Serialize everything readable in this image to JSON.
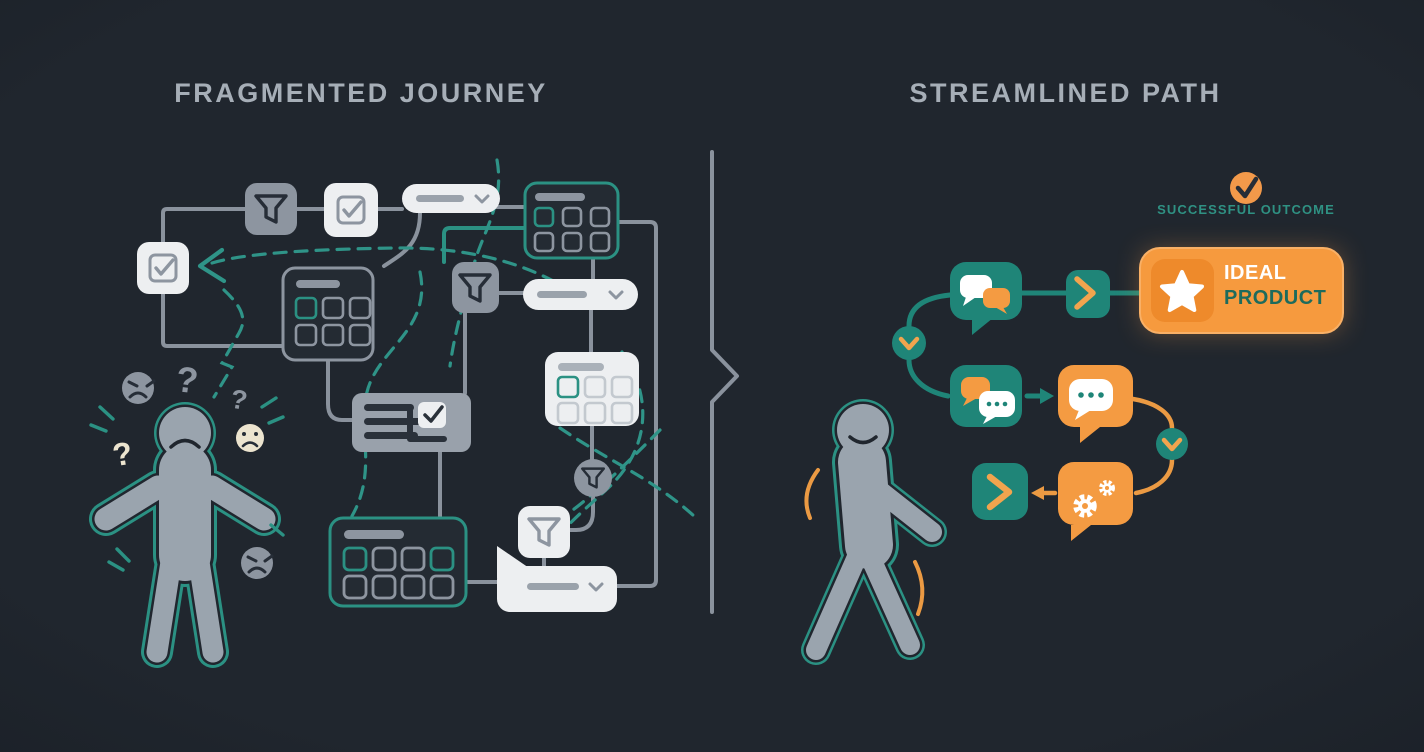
{
  "canvas": {
    "bg": "#20262e"
  },
  "left_panel": {
    "title": "FRAGMENTED JOURNEY",
    "question_mark_glyph": "?",
    "person": {
      "mood": "confused-shrug"
    },
    "frustration_symbols": [
      "angry-face",
      "question-mark",
      "question-mark",
      "sad-face",
      "question-mark",
      "angry-face"
    ],
    "ui_elements": [
      "filter-square",
      "checkbox-square",
      "dropdown-pill",
      "teal-grid-panel",
      "checkbox-square",
      "gray-grid-panel",
      "filter-square",
      "dropdown-pill",
      "white-grid-panel",
      "list-check-panel",
      "calendar-grid-panel",
      "filter-circle",
      "filter-square",
      "speech-dropdown"
    ]
  },
  "divider": {
    "style": "vertical-line-with-right-chevron"
  },
  "right_panel": {
    "title": "STREAMLINED PATH",
    "outcome": {
      "label": "SUCCESSFUL OUTCOME",
      "icon": "check-circle"
    },
    "product_card": {
      "line1": "IDEAL",
      "line2": "PRODUCT",
      "icon": "star"
    },
    "person": {
      "mood": "happy-walking"
    },
    "flow_steps": [
      "chat-bubbles",
      "chevron-right-step",
      "ideal-product-card",
      "chevron-down-step",
      "chat-discussion",
      "arrow-right",
      "chat-typing",
      "chevron-down-step",
      "chevron-right-step",
      "arrow-left",
      "settings-chat"
    ]
  },
  "colors": {
    "background": "#20262e",
    "title_gray": "#a6aeb7",
    "line_gray": "#8a929d",
    "box_gray": "#8d95a0",
    "box_white": "#edeff1",
    "panel_dark": "#242b33",
    "teal_stroke": "#2b9183",
    "teal_fill": "#1f8578",
    "dashed_teal": "#2f9488",
    "orange": "#f49b42",
    "orange_deep": "#ee8a2b",
    "ink_dark": "#262d37",
    "person_gray": "#9aa4ae",
    "cream": "#ece4cf",
    "product_text_green": "#1d6b5c"
  }
}
